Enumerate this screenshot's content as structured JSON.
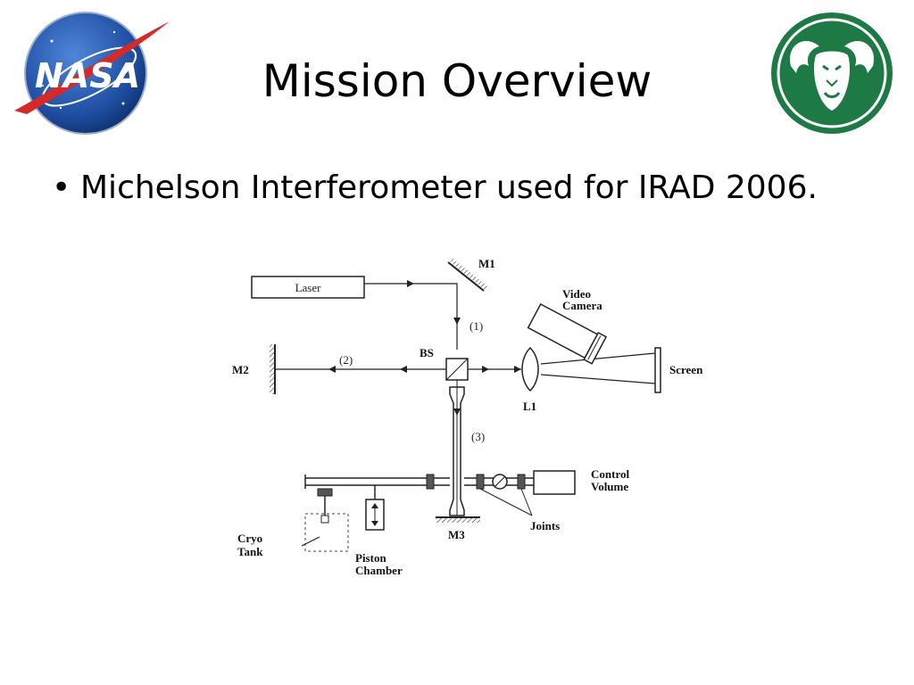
{
  "slide": {
    "title": "Mission Overview",
    "bullets": [
      {
        "marker": "•",
        "text": "Michelson Interferometer used for IRAD 2006."
      }
    ]
  },
  "logos": {
    "left": {
      "icon": "nasa-meatball-logo",
      "text": "NASA",
      "colors": {
        "globe": "#1f4fa3",
        "swoosh": "#d42a2a"
      }
    },
    "right": {
      "icon": "csu-ram-logo",
      "colors": {
        "ring": "#1e7a45",
        "face": "#ffffff"
      }
    }
  },
  "diagram": {
    "labels": {
      "m1": "M1",
      "m2": "M2",
      "m3": "M3",
      "laser": "Laser",
      "video_camera_line1": "Video",
      "video_camera_line2": "Camera",
      "bs": "BS",
      "screen": "Screen",
      "l1": "L1",
      "path1": "(1)",
      "path2": "(2)",
      "path3": "(3)",
      "control_volume_line1": "Control",
      "control_volume_line2": "Volume",
      "joints": "Joints",
      "cryo_tank_line1": "Cryo",
      "cryo_tank_line2": "Tank",
      "piston_chamber_line1": "Piston",
      "piston_chamber_line2": "Chamber"
    }
  }
}
